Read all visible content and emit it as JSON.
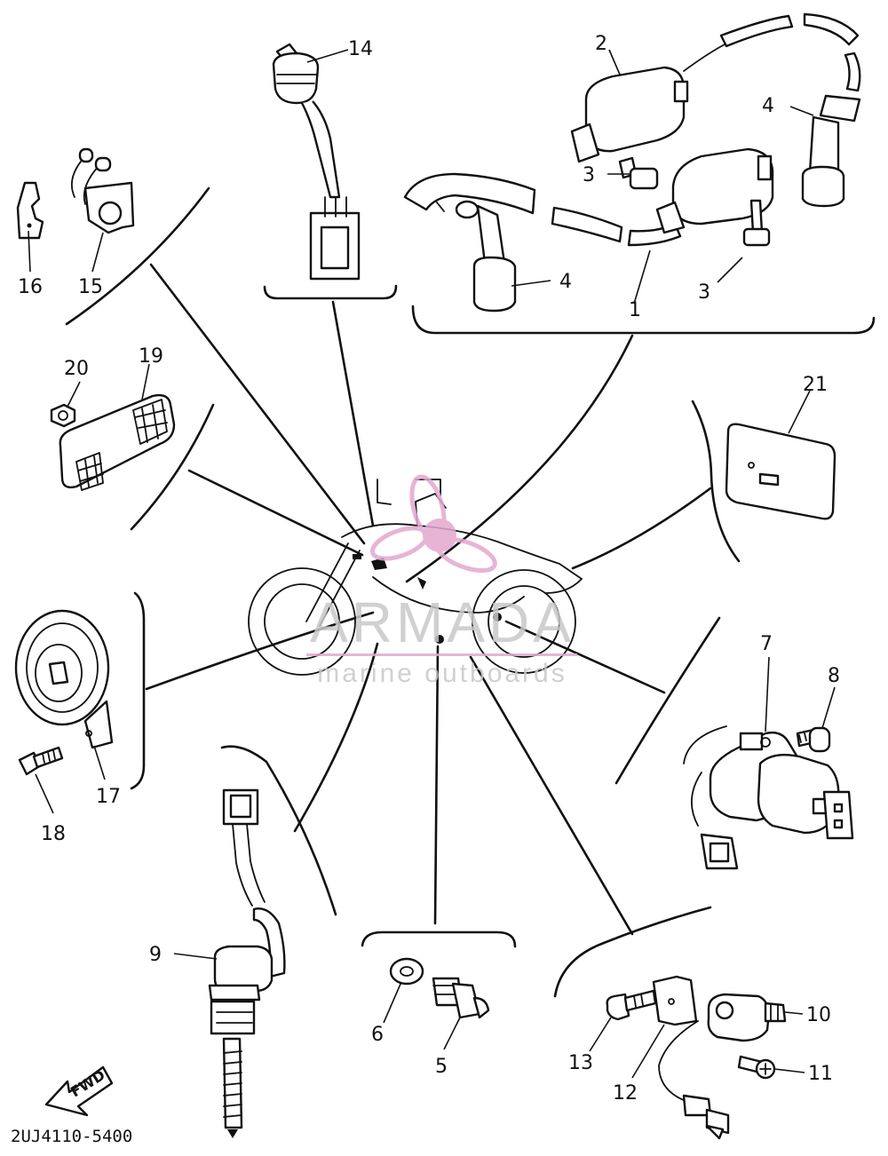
{
  "diagram": {
    "drawing_code": "2UJ4110-5400",
    "fwd_marker": "FWD",
    "parts": [
      {
        "id": "p1",
        "label": "1"
      },
      {
        "id": "p2",
        "label": "2"
      },
      {
        "id": "p3a",
        "label": "3"
      },
      {
        "id": "p3b",
        "label": "3"
      },
      {
        "id": "p4a",
        "label": "4"
      },
      {
        "id": "p4b",
        "label": "4"
      },
      {
        "id": "p5",
        "label": "5"
      },
      {
        "id": "p6",
        "label": "6"
      },
      {
        "id": "p7",
        "label": "7"
      },
      {
        "id": "p8",
        "label": "8"
      },
      {
        "id": "p9",
        "label": "9"
      },
      {
        "id": "p10",
        "label": "10"
      },
      {
        "id": "p11",
        "label": "11"
      },
      {
        "id": "p12",
        "label": "12"
      },
      {
        "id": "p13",
        "label": "13"
      },
      {
        "id": "p14",
        "label": "14"
      },
      {
        "id": "p15",
        "label": "15"
      },
      {
        "id": "p16",
        "label": "16"
      },
      {
        "id": "p17",
        "label": "17"
      },
      {
        "id": "p18",
        "label": "18"
      },
      {
        "id": "p19",
        "label": "19"
      },
      {
        "id": "p20",
        "label": "20"
      },
      {
        "id": "p21",
        "label": "21"
      }
    ]
  },
  "watermark": {
    "brand": "ARMADA",
    "tagline": "marine outboards",
    "brand_color": "#e3a8d0",
    "text_color": "#c8c8c8"
  }
}
